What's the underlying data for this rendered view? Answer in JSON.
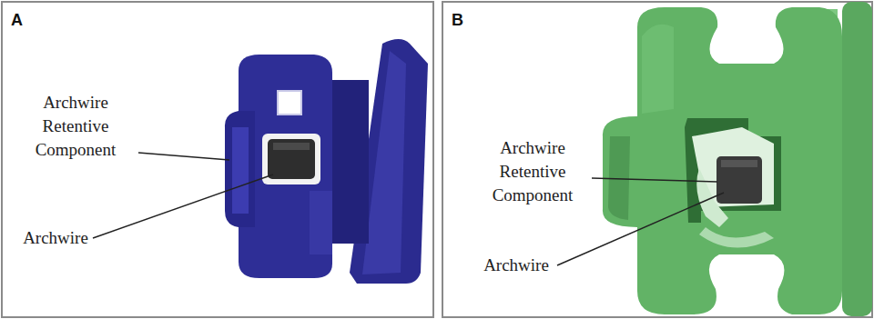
{
  "diagram": {
    "labels": [
      "A",
      "Archwire Retentive Component",
      "Archwire",
      "B",
      "Archwire Retentive Component",
      "Archwire"
    ]
  }
}
